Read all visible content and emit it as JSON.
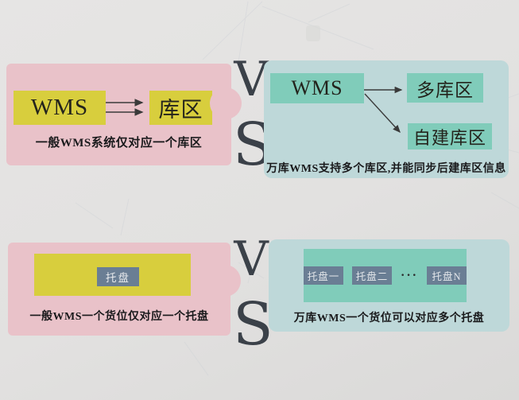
{
  "diagram": {
    "top_row": {
      "left_panel": {
        "wms_box": "WMS",
        "area_box": "库区",
        "caption": "一般WMS系统仅对应一个库区"
      },
      "vs": {
        "v": "V",
        "s": "S"
      },
      "right_panel": {
        "wms_box": "WMS",
        "multi_area_box": "多库区",
        "self_built_area_box": "自建库区",
        "caption": "万库WMS支持多个库区,并能同步后建库区信息"
      }
    },
    "bottom_row": {
      "left_panel": {
        "pallet_box": "托盘",
        "caption": "一般WMS一个货位仅对应一个托盘"
      },
      "vs": {
        "v": "V",
        "s": "S"
      },
      "right_panel": {
        "pallet_boxes": [
          "托盘一",
          "托盘二",
          "托盘N"
        ],
        "ellipsis": "···",
        "caption": "万库WMS一个货位可以对应多个托盘"
      }
    }
  },
  "icons": {
    "double_arrow": "double-right-arrow",
    "arrow_right": "right-arrow",
    "arrow_diagonal": "diagonal-down-right-arrow"
  },
  "colors": {
    "background": "#e2e1e0",
    "pink_panel": "#e9c2c9",
    "yellow_box": "#d8ce3d",
    "teal_panel": "#bed8d9",
    "teal_box": "#80ccba",
    "slate_box": "#6a7e94",
    "vs_text": "#3b4149",
    "arrow": "#3a3a3a",
    "caption_text": "#1a1a1c"
  }
}
